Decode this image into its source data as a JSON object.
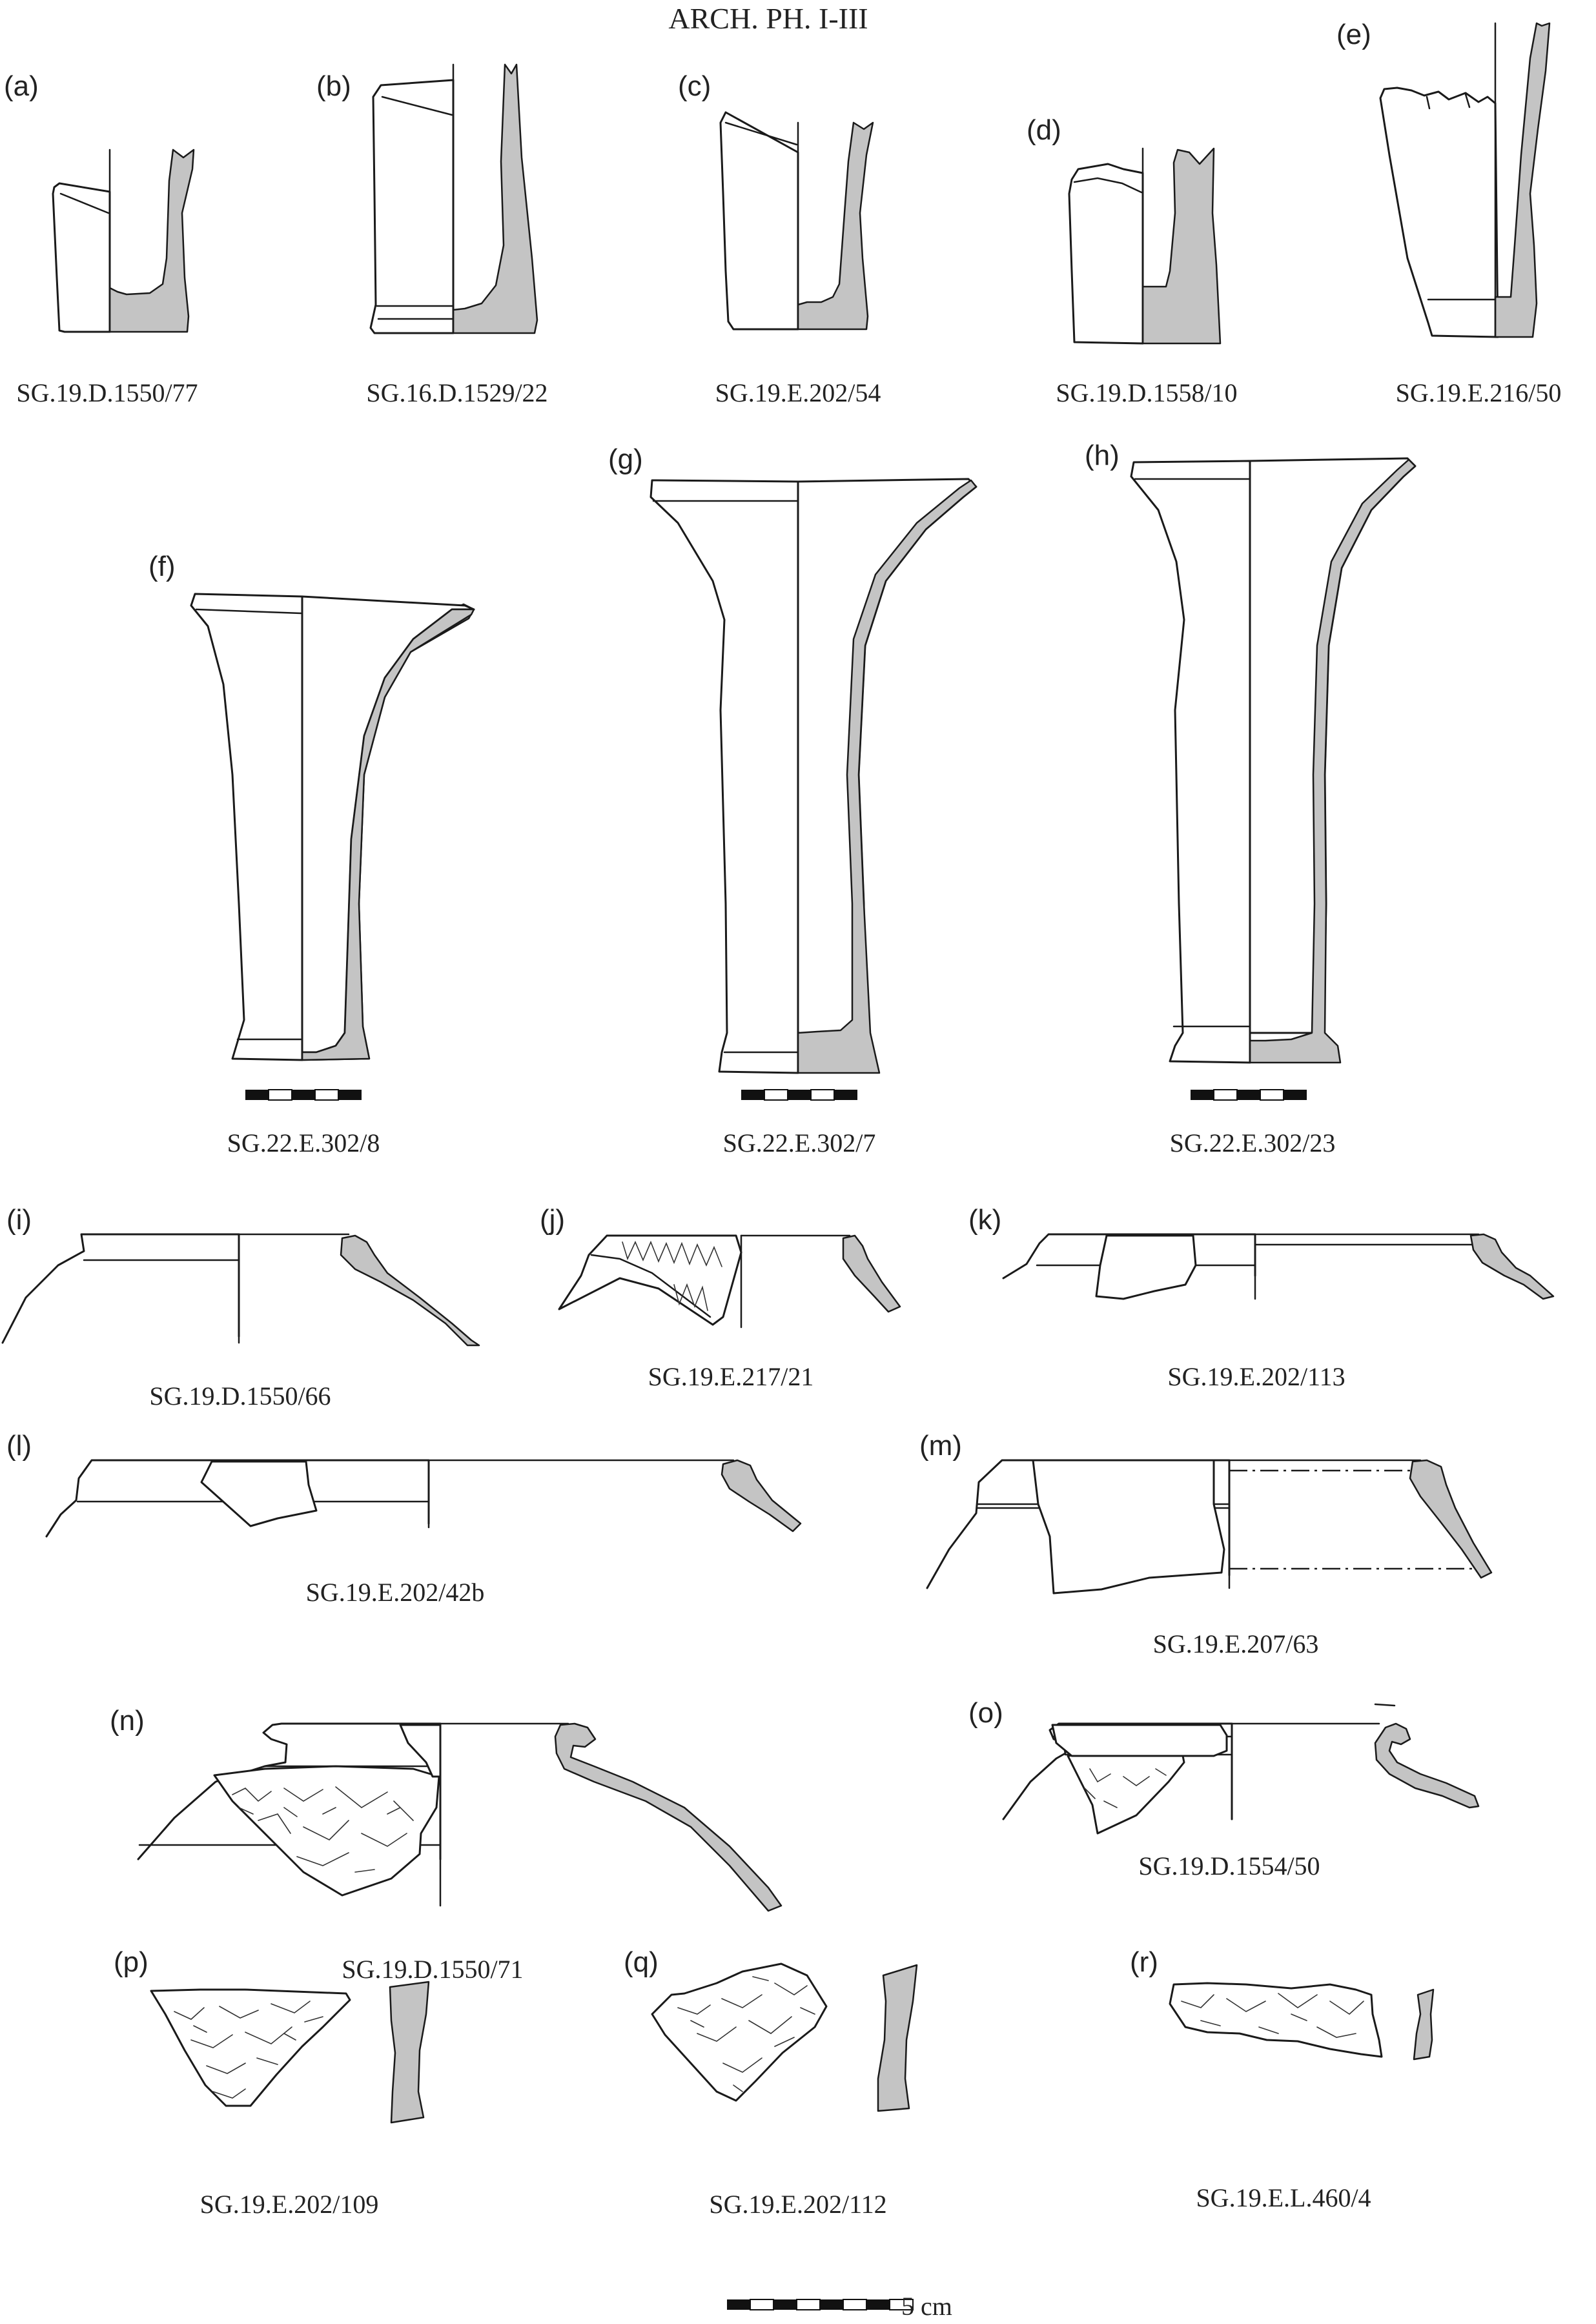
{
  "plate": {
    "header": "ARCH. PH. I-III",
    "scale_label": "5 cm",
    "section_fill": "#c4c4c4",
    "line_color": "#1a1a1a"
  },
  "figures": [
    {
      "key": "a",
      "label": "(a)",
      "caption": "SG.19.D.1550/77"
    },
    {
      "key": "b",
      "label": "(b)",
      "caption": "SG.16.D.1529/22"
    },
    {
      "key": "c",
      "label": "(c)",
      "caption": "SG.19.E.202/54"
    },
    {
      "key": "d",
      "label": "(d)",
      "caption": "SG.19.D.1558/10"
    },
    {
      "key": "e",
      "label": "(e)",
      "caption": "SG.19.E.216/50"
    },
    {
      "key": "f",
      "label": "(f)",
      "caption": "SG.22.E.302/8"
    },
    {
      "key": "g",
      "label": "(g)",
      "caption": "SG.22.E.302/7"
    },
    {
      "key": "h",
      "label": "(h)",
      "caption": "SG.22.E.302/23"
    },
    {
      "key": "i",
      "label": "(i)",
      "caption": "SG.19.D.1550/66"
    },
    {
      "key": "j",
      "label": "(j)",
      "caption": "SG.19.E.217/21"
    },
    {
      "key": "k",
      "label": "(k)",
      "caption": "SG.19.E.202/113"
    },
    {
      "key": "l",
      "label": "(l)",
      "caption": "SG.19.E.202/42b"
    },
    {
      "key": "m",
      "label": "(m)",
      "caption": "SG.19.E.207/63"
    },
    {
      "key": "n",
      "label": "(n)",
      "caption": "SG.19.D.1550/71"
    },
    {
      "key": "o",
      "label": "(o)",
      "caption": "SG.19.D.1554/50"
    },
    {
      "key": "p",
      "label": "(p)",
      "caption": "SG.19.E.202/109"
    },
    {
      "key": "q",
      "label": "(q)",
      "caption": "SG.19.E.202/112"
    },
    {
      "key": "r",
      "label": "(r)",
      "caption": "SG.19.E.L.460/4"
    }
  ]
}
